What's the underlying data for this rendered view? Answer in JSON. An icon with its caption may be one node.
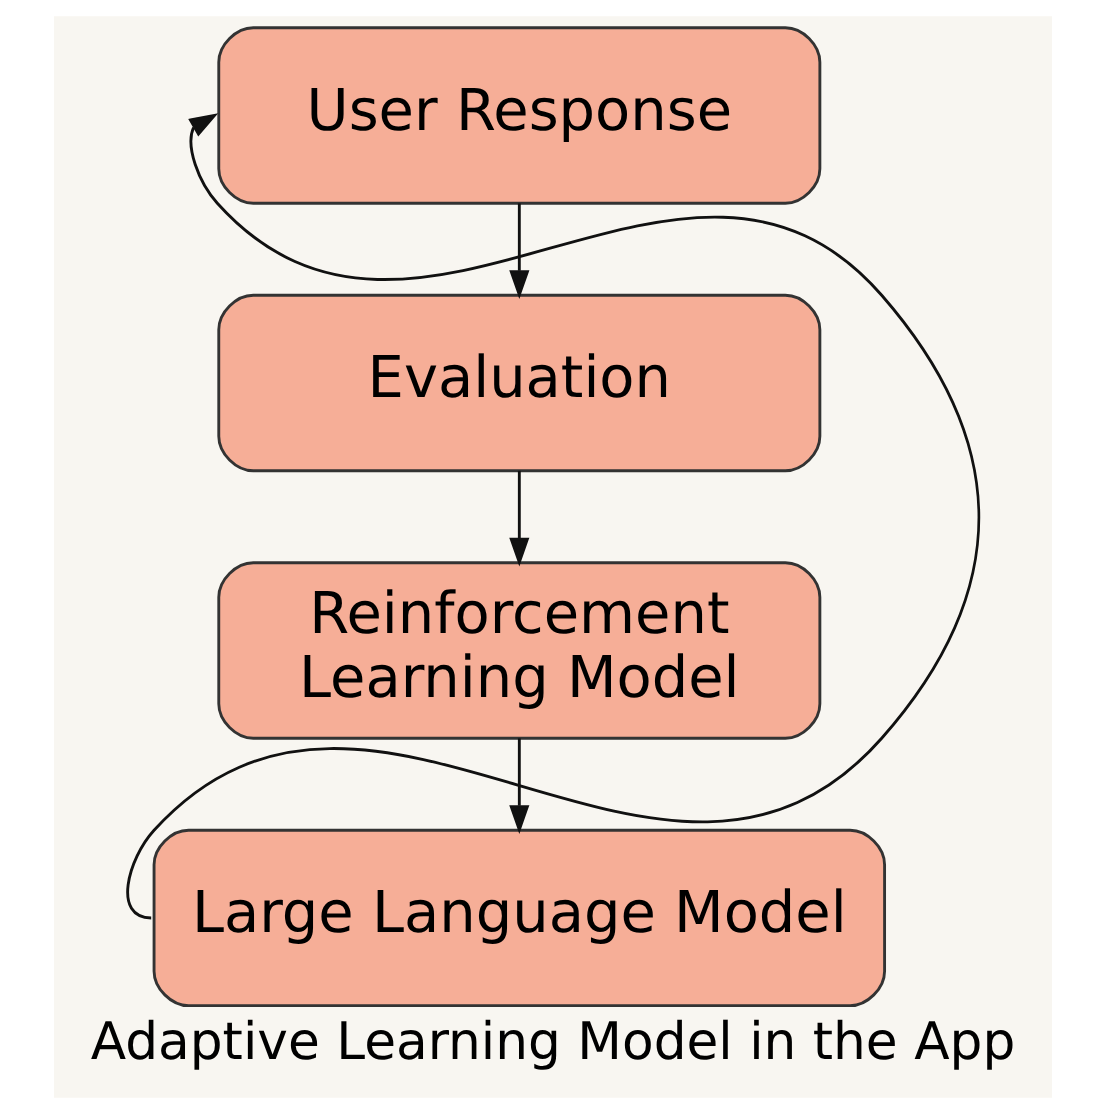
{
  "diagram": {
    "caption": "Adaptive Learning Model in the App",
    "nodes": [
      {
        "text": [
          "User Response"
        ]
      },
      {
        "text": [
          "Evaluation"
        ]
      },
      {
        "text": [
          "Reinforcement Learning Model"
        ]
      },
      {
        "text": [
          "Large Language Model"
        ]
      }
    ],
    "edges": [
      {
        "from": 0,
        "to": 1,
        "arrow": "to"
      },
      {
        "from": 1,
        "to": 2,
        "arrow": "to"
      },
      {
        "from": 2,
        "to": 3,
        "arrow": "to"
      },
      {
        "from": 3,
        "to": 0,
        "arrow": "to"
      }
    ]
  }
}
